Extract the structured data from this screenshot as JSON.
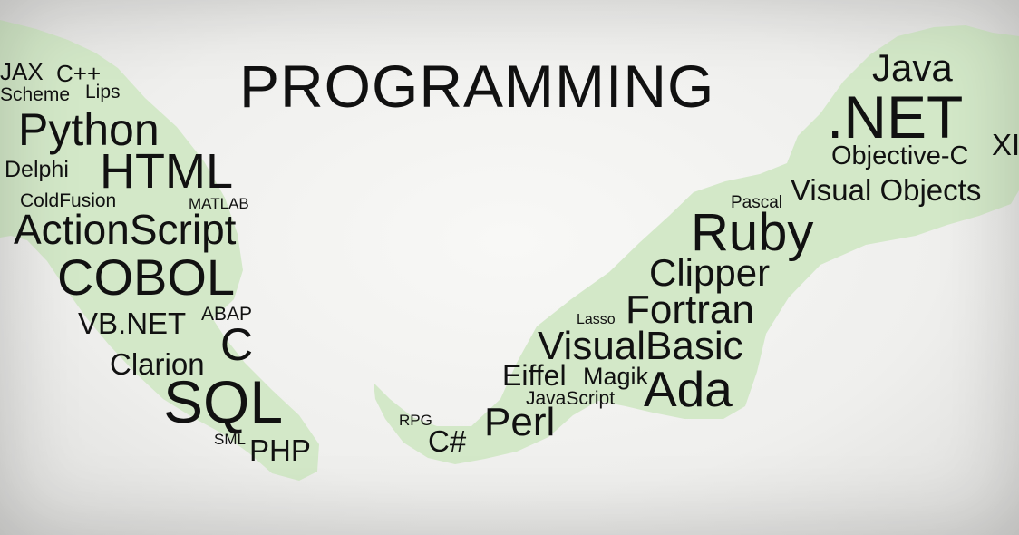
{
  "title": "PROGRAMMING",
  "colors": {
    "land": "#d3e8c8",
    "background": "#f4f4f2",
    "text": "#111111"
  },
  "west_region": {
    "words": [
      "JAX",
      "C++",
      "Scheme",
      "Lips",
      "Python",
      "Delphi",
      "HTML",
      "ColdFusion",
      "MATLAB",
      "ActionScript",
      "COBOL",
      "VB.NET",
      "ABAP",
      "C",
      "Clarion",
      "SQL",
      "SML",
      "PHP"
    ]
  },
  "east_region": {
    "words": [
      "Java",
      ".NET",
      "XI",
      "Objective-C",
      "Pascal",
      "Visual Objects",
      "Ruby",
      "Clipper",
      "Lasso",
      "Fortran",
      "VisualBasic",
      "Eiffel",
      "Magik",
      "JavaScript",
      "Ada",
      "RPG",
      "C#",
      "Perl"
    ]
  }
}
